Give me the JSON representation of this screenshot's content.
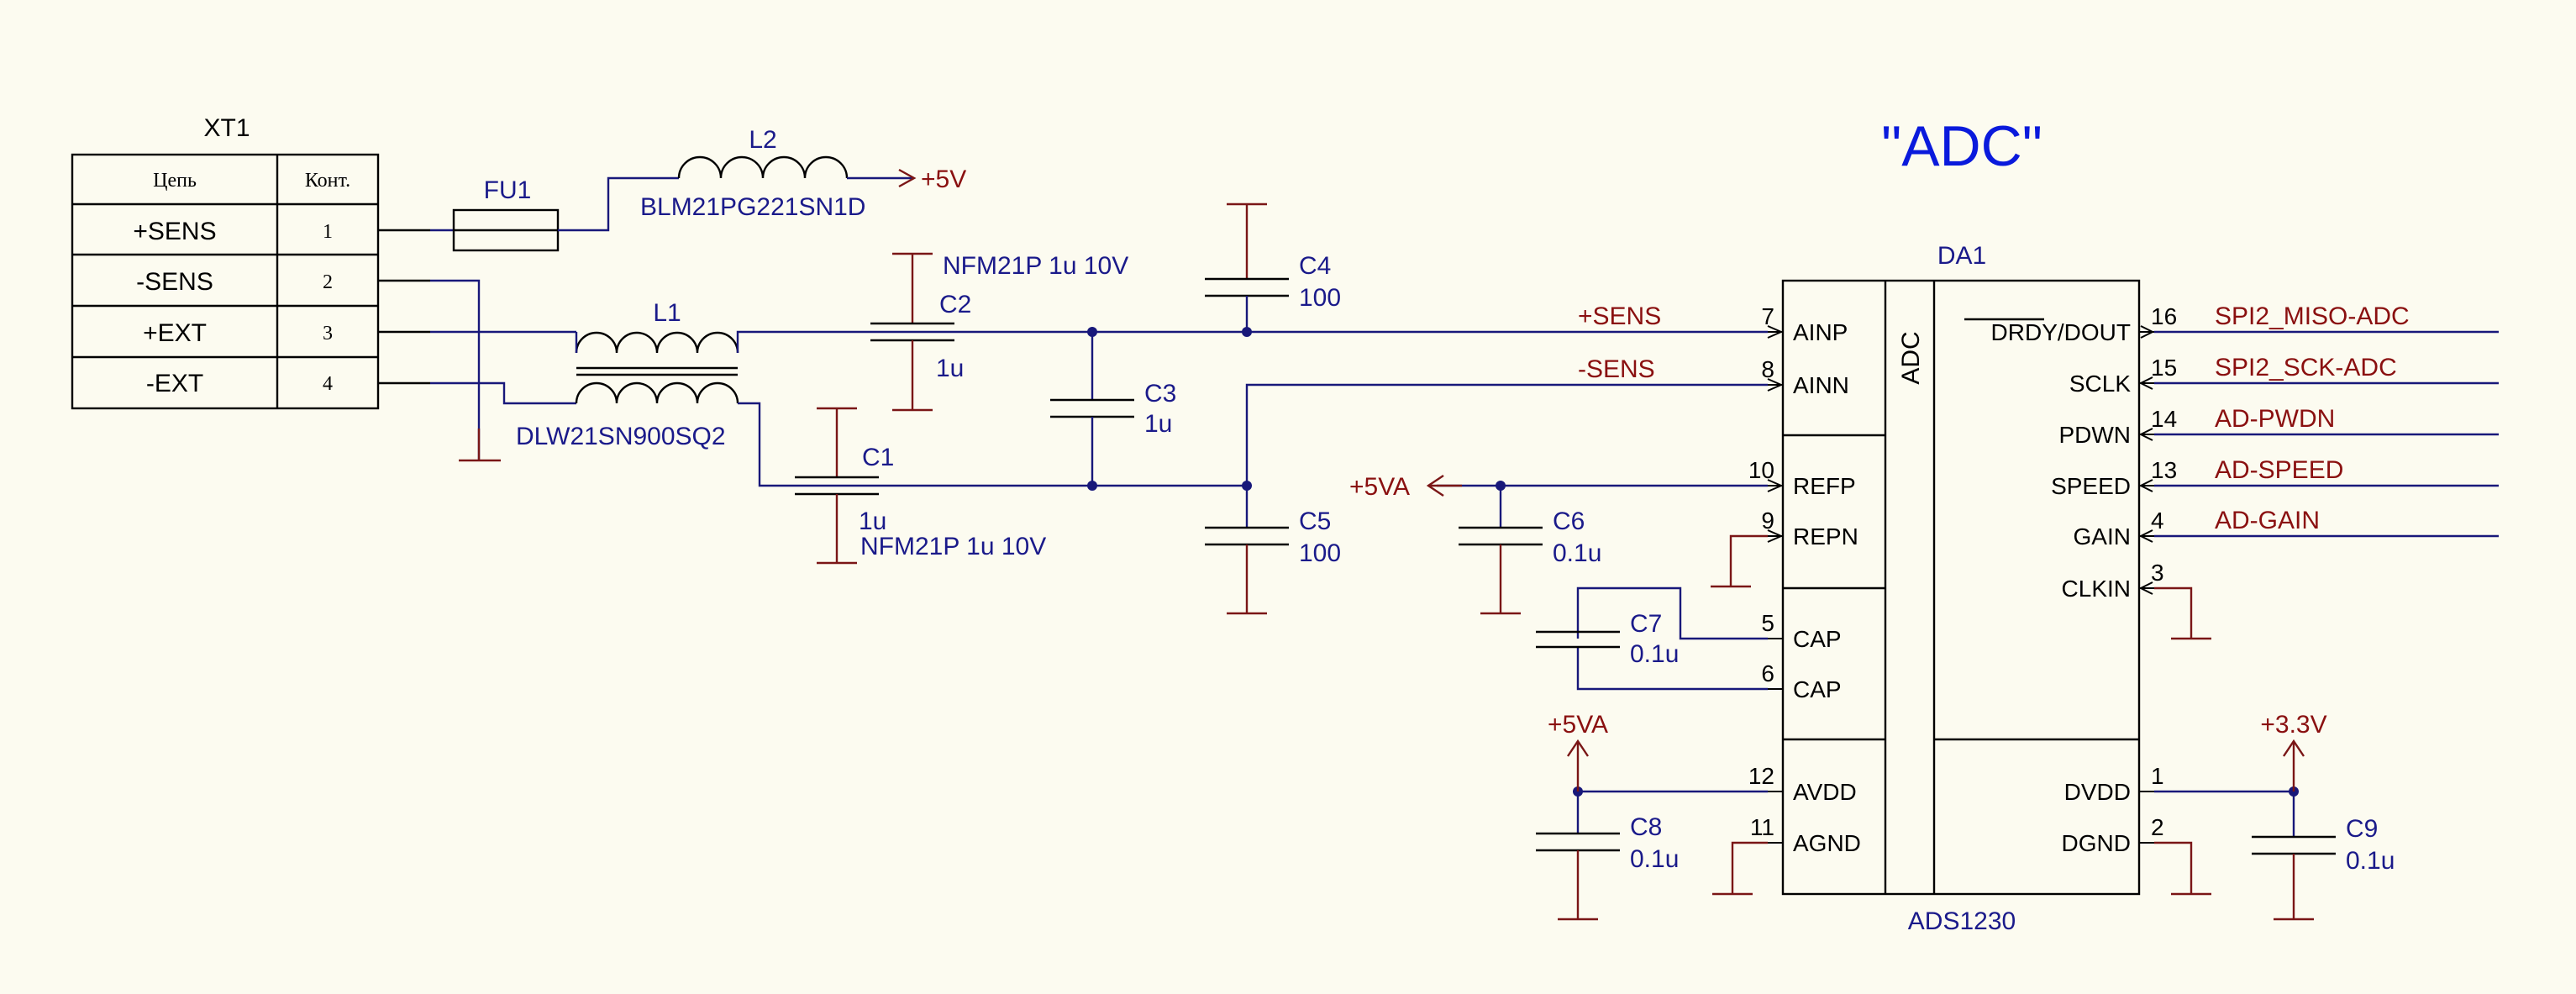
{
  "title": "\"ADC\"",
  "connector": {
    "ref": "XT1",
    "header_net": "Цепь",
    "header_pin": "Конт.",
    "rows": [
      {
        "net": "+SENS",
        "pin": "1"
      },
      {
        "net": "-SENS",
        "pin": "2"
      },
      {
        "net": "+EXT",
        "pin": "3"
      },
      {
        "net": "-EXT",
        "pin": "4"
      }
    ]
  },
  "fuse": {
    "ref": "FU1"
  },
  "ferrite": {
    "ref": "L2",
    "part": "BLM21PG221SN1D"
  },
  "choke": {
    "ref": "L1",
    "part": "DLW21SN900SQ2"
  },
  "power": {
    "v5": "+5V",
    "v5a_left": "+5VA",
    "v5a_bottom": "+5VA",
    "v33": "+3.3V"
  },
  "caps": {
    "c1": {
      "ref": "C1",
      "value": "1u",
      "part": "NFM21P 1u 10V"
    },
    "c2": {
      "ref": "C2",
      "value": "1u",
      "part": "NFM21P 1u 10V"
    },
    "c3": {
      "ref": "C3",
      "value": "1u"
    },
    "c4": {
      "ref": "C4",
      "value": "100"
    },
    "c5": {
      "ref": "C5",
      "value": "100"
    },
    "c6": {
      "ref": "C6",
      "value": "0.1u"
    },
    "c7": {
      "ref": "C7",
      "value": "0.1u"
    },
    "c8": {
      "ref": "C8",
      "value": "0.1u"
    },
    "c9": {
      "ref": "C9",
      "value": "0.1u"
    }
  },
  "nets": {
    "plus_sens": "+SENS",
    "minus_sens": "-SENS"
  },
  "ic": {
    "ref": "DA1",
    "part": "ADS1230",
    "block": "ADC",
    "left_pins": [
      {
        "name": "AINP",
        "num": "7"
      },
      {
        "name": "AINN",
        "num": "8"
      },
      {
        "name": "REFP",
        "num": "10"
      },
      {
        "name": "REPN",
        "num": "9"
      },
      {
        "name": "CAP",
        "num": "5"
      },
      {
        "name": "CAP",
        "num": "6"
      },
      {
        "name": "AVDD",
        "num": "12"
      },
      {
        "name": "AGND",
        "num": "11"
      }
    ],
    "right_pins": [
      {
        "name": "DRDY/DOUT",
        "overbar": "DRDY",
        "suffix": "/DOUT",
        "num": "16",
        "net": "SPI2_MISO-ADC"
      },
      {
        "name": "SCLK",
        "num": "15",
        "net": "SPI2_SCK-ADC"
      },
      {
        "name": "PDWN",
        "num": "14",
        "net": "AD-PWDN"
      },
      {
        "name": "SPEED",
        "num": "13",
        "net": "AD-SPEED"
      },
      {
        "name": "GAIN",
        "num": "4",
        "net": "AD-GAIN"
      },
      {
        "name": "CLKIN",
        "num": "3",
        "net": ""
      },
      {
        "name": "DVDD",
        "num": "1",
        "net": ""
      },
      {
        "name": "DGND",
        "num": "2",
        "net": ""
      }
    ]
  },
  "colors": {
    "wire": "#18187a",
    "part": "#7a1616",
    "text_blue": "#1a1a8a",
    "text_red": "#8a1010",
    "title": "#0a1adc",
    "background": "#fcfbf0"
  }
}
